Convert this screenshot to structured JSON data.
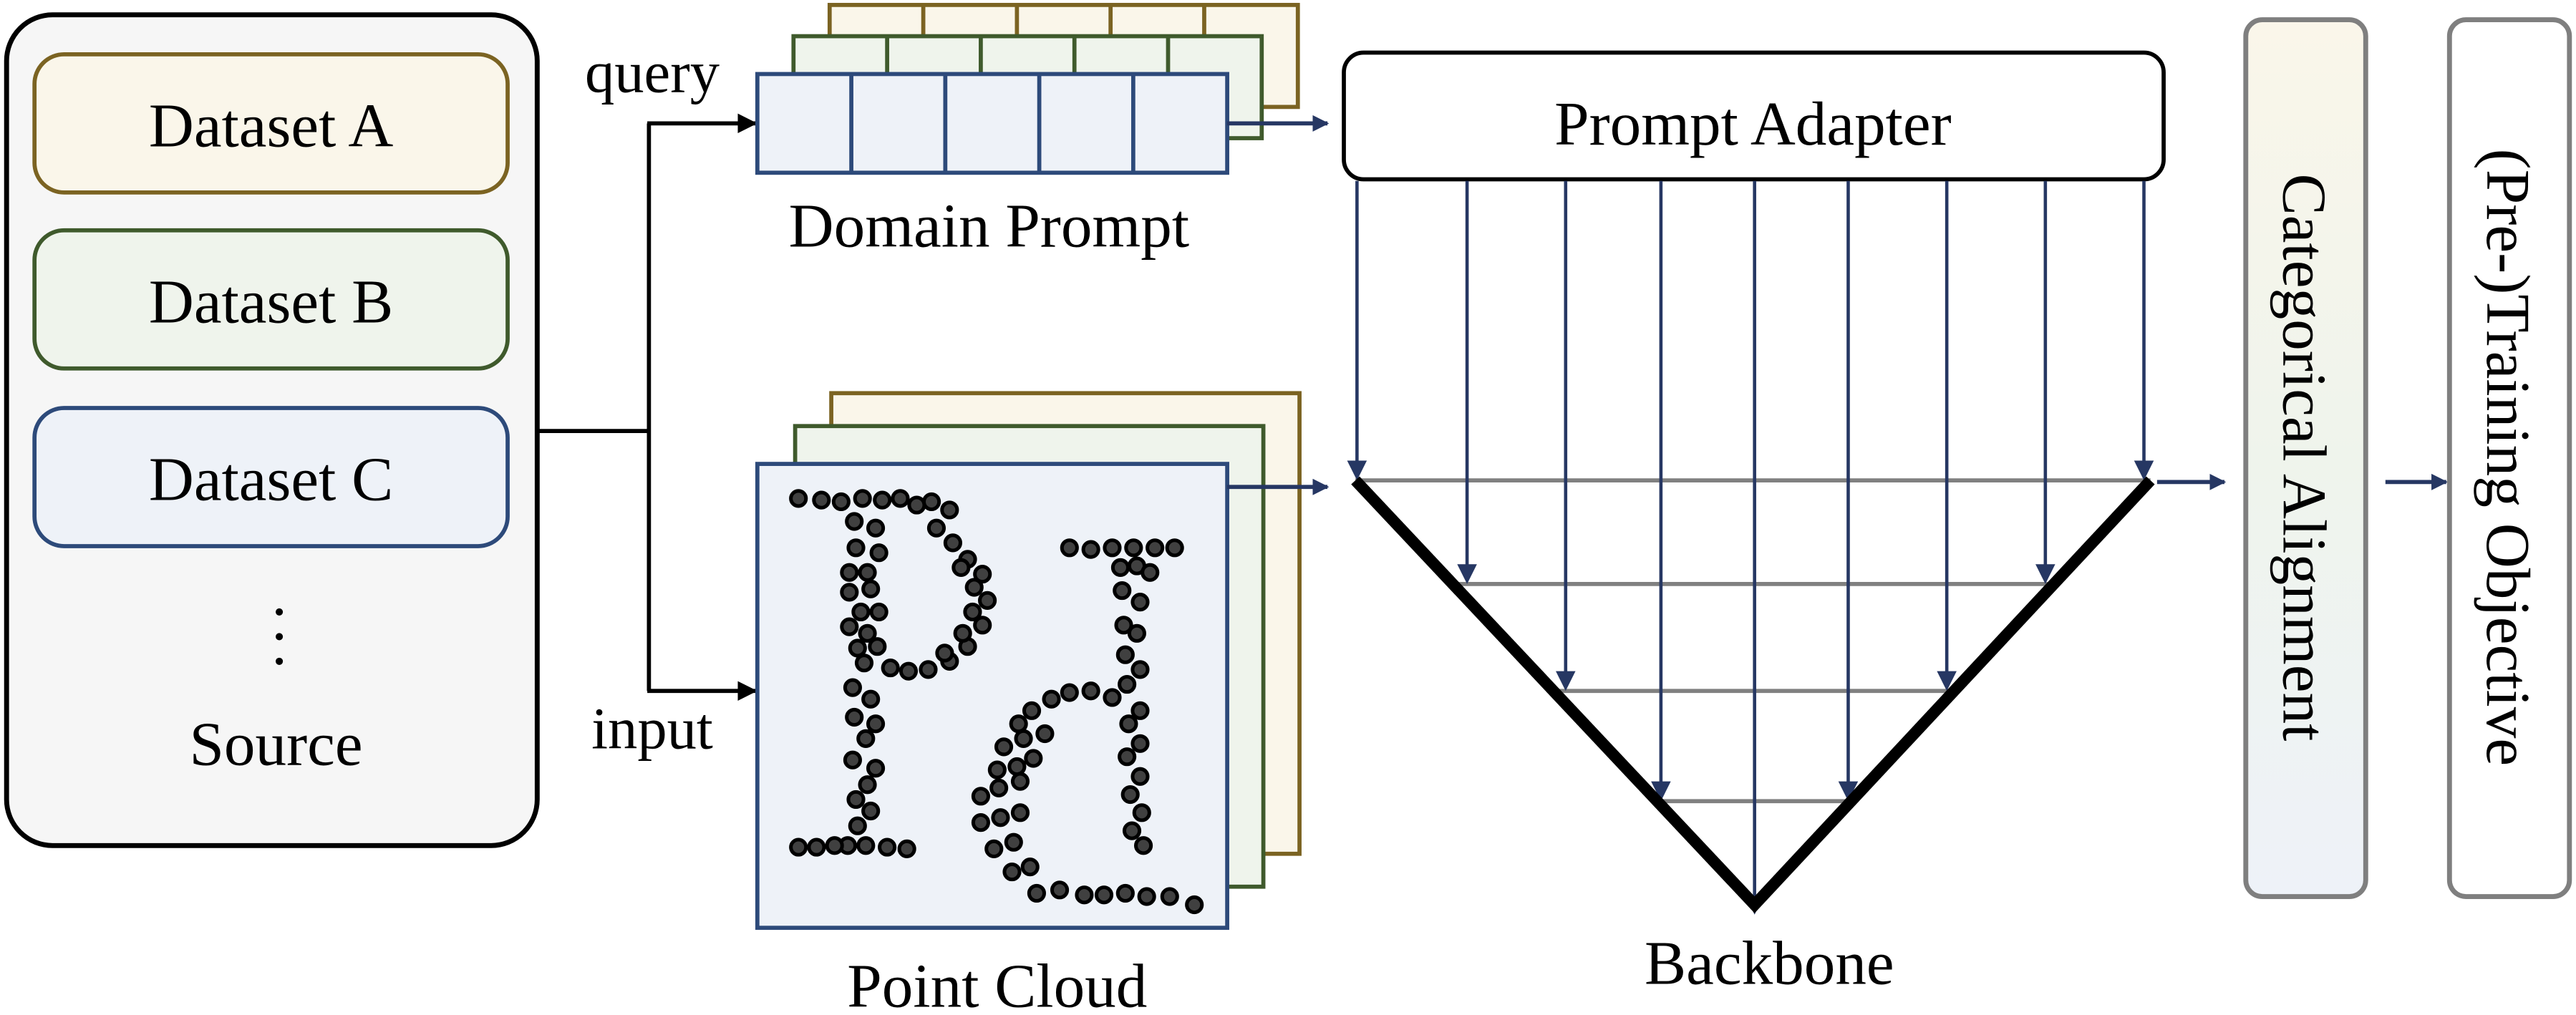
{
  "colors": {
    "dataset_a_border": "#7b6322",
    "dataset_a_fill": "#faf6ea",
    "dataset_b_border": "#3f5a2c",
    "dataset_b_fill": "#eff4ec",
    "dataset_c_border": "#2d4a7a",
    "dataset_c_fill": "#eef2f8",
    "source_fill": "#f6f6f6",
    "arrow_navy": "#263763",
    "level_grey": "#808080",
    "panel_border_grey": "#7f7f7f"
  },
  "source": {
    "datasets": [
      {
        "label": "Dataset A"
      },
      {
        "label": "Dataset B"
      },
      {
        "label": "Dataset C"
      }
    ],
    "ellipsis": "⋮",
    "label": "Source"
  },
  "routing": {
    "query_label": "query",
    "input_label": "input"
  },
  "domain_prompt": {
    "label": "Domain Prompt",
    "tokens_per_row": 5,
    "layers": 3
  },
  "point_cloud": {
    "label": "Point Cloud",
    "layers": 3,
    "glyphs": "PI / Pd"
  },
  "prompt_adapter": {
    "label": "Prompt Adapter"
  },
  "backbone": {
    "label": "Backbone",
    "levels": 4
  },
  "categorical_alignment": {
    "label": "Categorical Alignment"
  },
  "training_objective": {
    "label": "(Pre-)Training Objective"
  }
}
